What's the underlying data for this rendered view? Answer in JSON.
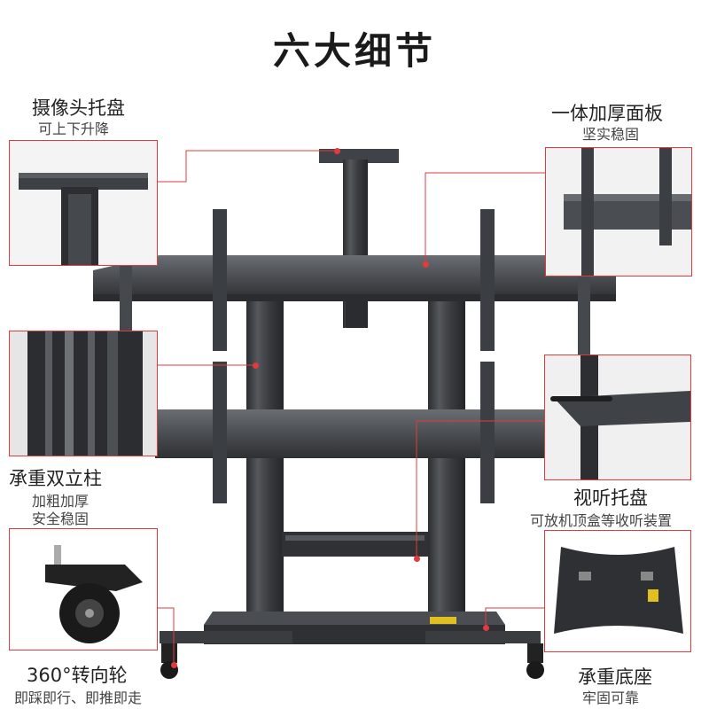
{
  "title": "六大细节",
  "details": [
    {
      "name": "摄像头托盘",
      "desc": "可上下升降"
    },
    {
      "name": "一体加厚面板",
      "desc": "坚实稳固"
    },
    {
      "name": "承重双立柱",
      "desc": "加粗加厚 安全稳固",
      "desc_lines": [
        "加粗加厚",
        "安全稳固"
      ]
    },
    {
      "name": "视听托盘",
      "desc": "可放机顶盒等收听装置"
    },
    {
      "name": "360°转向轮",
      "desc": "即踩即行、即推即走"
    },
    {
      "name": "承重底座",
      "desc": "牢固可靠"
    }
  ],
  "colors": {
    "accent": "#e23b3b",
    "metal": "#3a3c3f",
    "metal_light": "#5a5d61"
  }
}
